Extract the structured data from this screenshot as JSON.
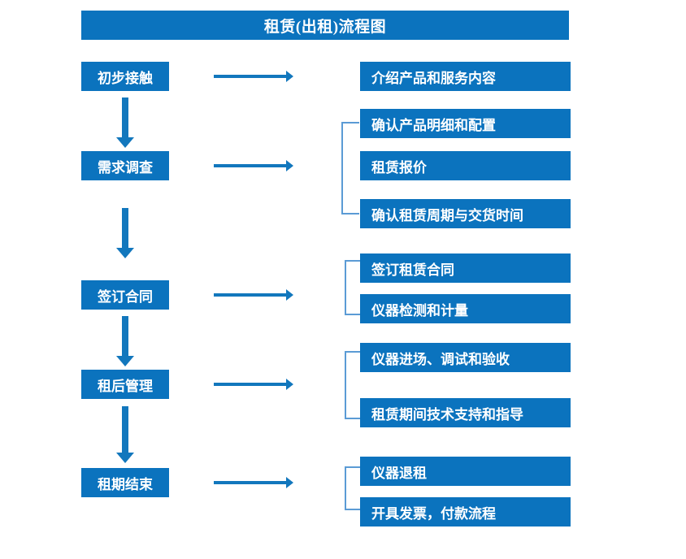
{
  "diagram": {
    "title": "租赁(出租)流程图",
    "colors": {
      "box_blue": "#0B73BE",
      "arrow_blue": "#1277BD",
      "bracket_blue": "#5B9BD5",
      "text_white": "#FFFFFF",
      "background": "#FFFFFF"
    },
    "stages": [
      {
        "label": "初步接触"
      },
      {
        "label": "需求调查"
      },
      {
        "label": "签订合同"
      },
      {
        "label": "租后管理"
      },
      {
        "label": "租期结束"
      }
    ],
    "details": [
      {
        "label": "介绍产品和服务内容"
      },
      {
        "label": "确认产品明细和配置"
      },
      {
        "label": "租赁报价"
      },
      {
        "label": "确认租赁周期与交货时间"
      },
      {
        "label": "签订租赁合同"
      },
      {
        "label": "仪器检测和计量"
      },
      {
        "label": "仪器进场、调试和验收"
      },
      {
        "label": "租赁期间技术支持和指导"
      },
      {
        "label": "仪器退租"
      },
      {
        "label": "开具发票，付款流程"
      }
    ]
  }
}
